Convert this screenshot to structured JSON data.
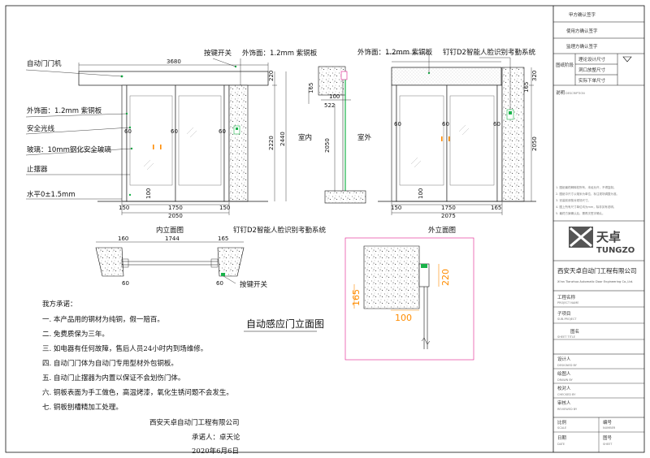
{
  "labels": {
    "auto_door_machine": "自动门门机",
    "outer_panel_left": "外饰面：1.2mm 紫铜板",
    "safety_beam": "安全光线",
    "glass": "玻璃：10mm钢化安全玻璃",
    "stopper": "止摆器",
    "level": "水平0±1.5mm",
    "key_switch_top": "按键开关",
    "outer_panel_top": "外饰面：1.2mm 紫铜板",
    "outer_panel_right": "外饰面：1.2mm 紫铜板",
    "face_system_top": "钉钉D2智能人脸识别考勤系统",
    "face_system_mid": "钉钉D2智能人脸识别考勤系统",
    "key_switch_plan": "按键开关",
    "indoor": "室内",
    "outdoor": "室外",
    "inner_elevation": "内立面图",
    "outer_elevation": "外立面图",
    "drawing_title": "自动感应门立面图"
  },
  "dims": {
    "d3680": "3680",
    "d220a": "220",
    "d2440": "2440",
    "d2220": "2220",
    "d60a": "60",
    "d60b": "60",
    "d60c": "60",
    "d100a": "100",
    "d150a": "150",
    "d150b": "150",
    "d1750a": "1750",
    "d2050a": "2050",
    "d165a": "165",
    "d100b": "100",
    "d522": "522",
    "d2050b": "2050",
    "d165b": "165",
    "d320": "320",
    "d2050c": "2050",
    "d60d": "60",
    "d60e": "60",
    "d60f": "60",
    "d100c": "100",
    "d150c": "150",
    "d1750b": "1750",
    "d165c": "165",
    "d2075": "2075",
    "d160": "160",
    "d1744": "1744",
    "d165d": "165",
    "d60g": "60",
    "d60h": "60",
    "d165e": "165",
    "d220b": "220",
    "d100d": "100"
  },
  "promise": {
    "heading": "我方承诺：",
    "items": [
      "一. 本产品用的钢材为纯铜，假一赔百。",
      "二. 免费质保为三年。",
      "三. 如电器有任何故障，售后人员24小时内到场维修。",
      "四. 自动门门体为自动门专用型材外包铜板。",
      "五. 自动门止摆器为内置以保证不会划伤门体。",
      "六. 铜板表面为手工做色，高温烤漆，氧化生锈问题不会发生。",
      "七. 铜板刨槽精加工处理。"
    ],
    "company": "西安天卓自动门工程有限公司",
    "promiser": "承诺人：卓天论",
    "date": "2020年6月6日"
  },
  "title_block": {
    "rows_top": [
      "甲方确认签字",
      "使用方确认签字",
      "监理方确认签字"
    ],
    "stage_label": "图纸阶段",
    "stage_items": [
      "理论设计尺寸",
      "洞口放整尺寸",
      "实际下单尺寸"
    ],
    "description": "说明",
    "description_en": "DESCRIPTION",
    "notes": [
      "1. 图纸最终解释权所有，未经允许，不得复制。",
      "2. 图纸中尺寸以毫米为单位，标注现场调整为准。",
      "3. 安装前请核对现场尺寸。",
      "4. 图上所有尺寸单位均为mm，除非另有说明。",
      "5. 最终方案确认后，需再次签字确认。"
    ],
    "logo_cn": "天卓",
    "logo_en": "TUNGZO",
    "company_cn": "西安天卓自动门工程有限公司",
    "company_en": "Xi'an Tianzhuo Automatic Door Engineering Co.,Ltd.",
    "fields": [
      {
        "cn": "工程名称",
        "en": "PROJECT NAME"
      },
      {
        "cn": "子项目",
        "en": "SUB-PROJECT"
      },
      {
        "cn": "图名",
        "en": "SHEET TITLE"
      },
      {
        "cn": "设计人",
        "en": "DESIGNED BY"
      },
      {
        "cn": "绘图人",
        "en": "DRAWN BY"
      },
      {
        "cn": "校对人",
        "en": "CHECKED BY"
      },
      {
        "cn": "审核人",
        "en": "REVIEWED BY"
      }
    ],
    "scale": "比例",
    "scale_en": "SCALE",
    "number": "编号",
    "number_en": "NUMBER",
    "date": "日期",
    "date_en": "DATE",
    "sheet": "图号",
    "sheet_en": "SHEET"
  },
  "colors": {
    "green": "#19b24a",
    "magenta": "#e0188c",
    "orange": "#ff8c00",
    "frame": "#111111"
  }
}
